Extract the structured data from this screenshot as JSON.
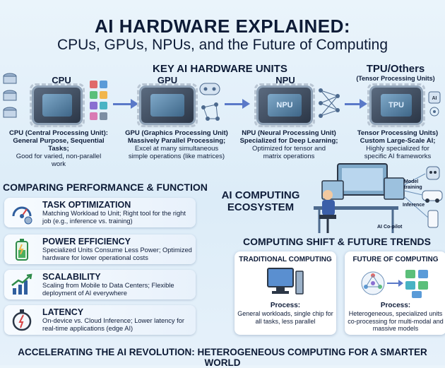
{
  "header": {
    "title": "AI HARDWARE EXPLAINED:",
    "subtitle": "CPUs, GPUs, NPUs, and the Future of Computing",
    "key_units": "KEY AI HARDWARE UNITS"
  },
  "units": [
    {
      "label": "CPU",
      "chip_text": "",
      "line1": "CPU (Central Processing Unit):",
      "line2": "General Purpose, Sequential Tasks;",
      "line3": "Good for varied, non-parallel",
      "line4": "work"
    },
    {
      "label": "GPU",
      "chip_text": "",
      "line1": "GPU (Graphics Processing Unit)",
      "line2": "Massively Parallel Processing;",
      "line3": "Excel at many simultaneous",
      "line4": "simple operations (like matrices)"
    },
    {
      "label": "NPU",
      "chip_text": "NPU",
      "line1": "NPU (Neural Processing Unit)",
      "line2": "Specialized for Deep Learning;",
      "line3": "Optimized for tensor and",
      "line4": "matrix operations"
    },
    {
      "label": "TPU/Others",
      "sublabel": "(Tensor Processing Units)",
      "chip_text": "TPU",
      "line1": "Tensor Processing Units)",
      "line2": "Custom Large-Scale AI;",
      "line3": "Highly specialized for",
      "line4": "specific AI frameworks"
    }
  ],
  "performance": {
    "heading": "COMPARING PERFORMANCE & FUNCTION",
    "rows": [
      {
        "title": "TASK OPTIMIZATION",
        "text": "Matching Workload to Unit; Right tool for the right job (e.g., inference vs. training)",
        "icon": "gauge-gear-icon"
      },
      {
        "title": "POWER EFFICIENCY",
        "text": "Specialized Units Consume Less Power; Optimized hardware for lower operational costs",
        "icon": "battery-leaf-icon"
      },
      {
        "title": "SCALABILITY",
        "text": "Scaling from Mobile to Data Centers; Flexible deployment of AI everywhere",
        "icon": "growth-chart-icon"
      },
      {
        "title": "LATENCY",
        "text": "On-device vs. Cloud Inference; Lower latency for real-time applications (edge AI)",
        "icon": "stopwatch-icon"
      }
    ]
  },
  "ecosystem": {
    "title": "AI COMPUTING ECOSYSTEM",
    "labels": [
      "Model training",
      "Inference",
      "AI Co-pilot"
    ]
  },
  "trends": {
    "heading": "COMPUTING SHIFT & FUTURE TRENDS",
    "traditional": {
      "title": "TRADITIONAL COMPUTING",
      "process": "Process:",
      "text": "General workloads, single chip for all tasks, less parallel"
    },
    "future": {
      "title": "FUTURE OF COMPUTING",
      "process": "Process:",
      "text": "Heterogeneous, specialized units co-processing for multi-modal and massive models"
    }
  },
  "footer": "ACCELERATING THE AI REVOLUTION: HETEROGENEOUS COMPUTING FOR A SMARTER WORLD",
  "colors": {
    "accent": "#5a79c8",
    "dark_text": "#0d1b36",
    "chip_core": "#3e6688"
  }
}
